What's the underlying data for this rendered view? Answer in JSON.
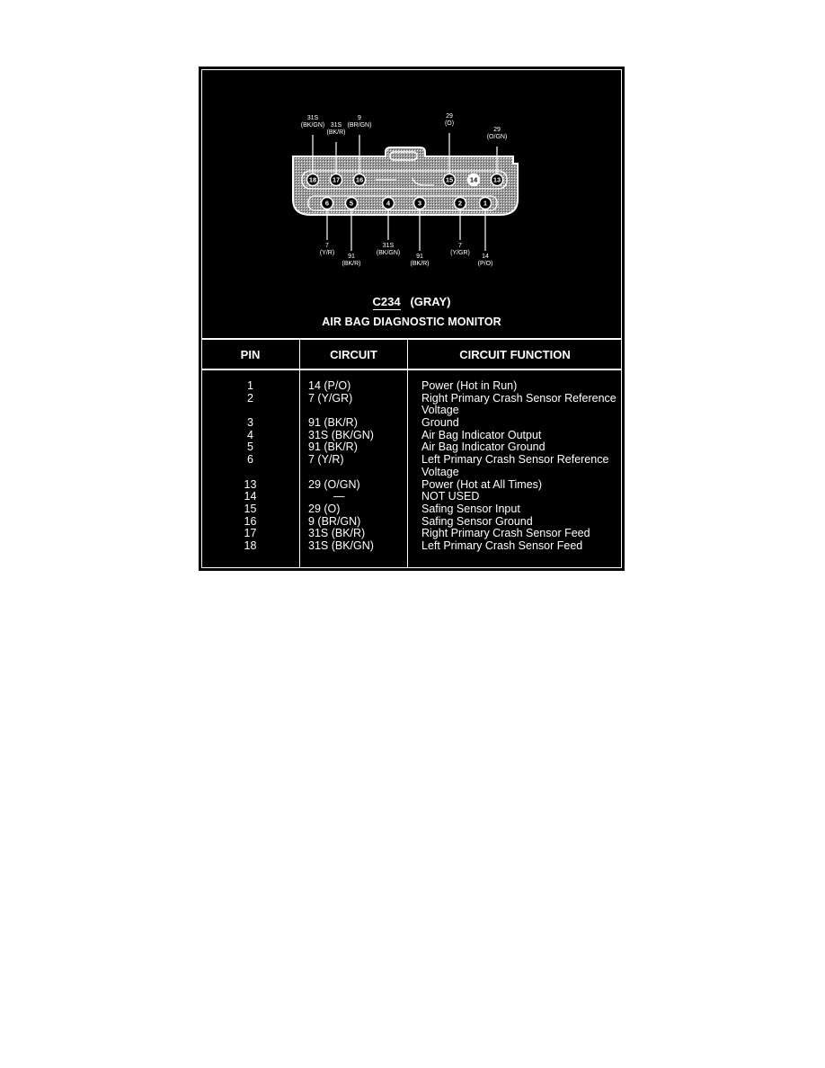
{
  "connector": {
    "id": "C234",
    "color_label": "(GRAY)",
    "subtitle": "AIR BAG DIAGNOSTIC MONITOR",
    "pins_top": [
      {
        "num": "18",
        "wire": "31S",
        "color": "(BK/GN)"
      },
      {
        "num": "17",
        "wire": "31S",
        "color": "(BK/R)"
      },
      {
        "num": "16",
        "wire": "9",
        "color": "(BR/GN)"
      },
      {
        "num": "15",
        "wire": "29",
        "color": "(O)"
      },
      {
        "num": "14",
        "wire": "",
        "color": ""
      },
      {
        "num": "13",
        "wire": "29",
        "color": "(O/GN)"
      }
    ],
    "pins_bottom": [
      {
        "num": "6",
        "wire": "7",
        "color": "(Y/R)"
      },
      {
        "num": "5",
        "wire": "91",
        "color": "(BK/R)"
      },
      {
        "num": "4",
        "wire": "31S",
        "color": "(BK/GN)"
      },
      {
        "num": "3",
        "wire": "91",
        "color": "(BK/R)"
      },
      {
        "num": "2",
        "wire": "7",
        "color": "(Y/GR)"
      },
      {
        "num": "1",
        "wire": "14",
        "color": "(P/O)"
      }
    ]
  },
  "table": {
    "headers": {
      "pin": "PIN",
      "circuit": "CIRCUIT",
      "function": "CIRCUIT FUNCTION"
    },
    "rows": [
      {
        "pin": "1",
        "circuit": "14 (P/O)",
        "function": [
          "Power (Hot in Run)"
        ]
      },
      {
        "pin": "2",
        "circuit": "7 (Y/GR)",
        "function": [
          "Right Primary Crash Sensor Reference",
          "Voltage"
        ]
      },
      {
        "pin": "3",
        "circuit": "91 (BK/R)",
        "function": [
          "Ground"
        ]
      },
      {
        "pin": "4",
        "circuit": "31S (BK/GN)",
        "function": [
          "Air Bag Indicator Output"
        ]
      },
      {
        "pin": "5",
        "circuit": "91 (BK/R)",
        "function": [
          "Air Bag Indicator Ground"
        ]
      },
      {
        "pin": "6",
        "circuit": "7 (Y/R)",
        "function": [
          "Left Primary Crash Sensor Reference",
          "Voltage"
        ]
      },
      {
        "pin": "13",
        "circuit": "29 (O/GN)",
        "function": [
          "Power (Hot at All Times)"
        ]
      },
      {
        "pin": "14",
        "circuit": "—",
        "function": [
          "NOT USED"
        ]
      },
      {
        "pin": "15",
        "circuit": "29 (O)",
        "function": [
          "Safing Sensor Input"
        ]
      },
      {
        "pin": "16",
        "circuit": "9 (BR/GN)",
        "function": [
          "Safing Sensor Ground"
        ]
      },
      {
        "pin": "17",
        "circuit": "31S (BK/R)",
        "function": [
          "Right Primary Crash Sensor Feed"
        ]
      },
      {
        "pin": "18",
        "circuit": "31S (BK/GN)",
        "function": [
          "Left Primary Crash Sensor Feed"
        ]
      }
    ]
  }
}
